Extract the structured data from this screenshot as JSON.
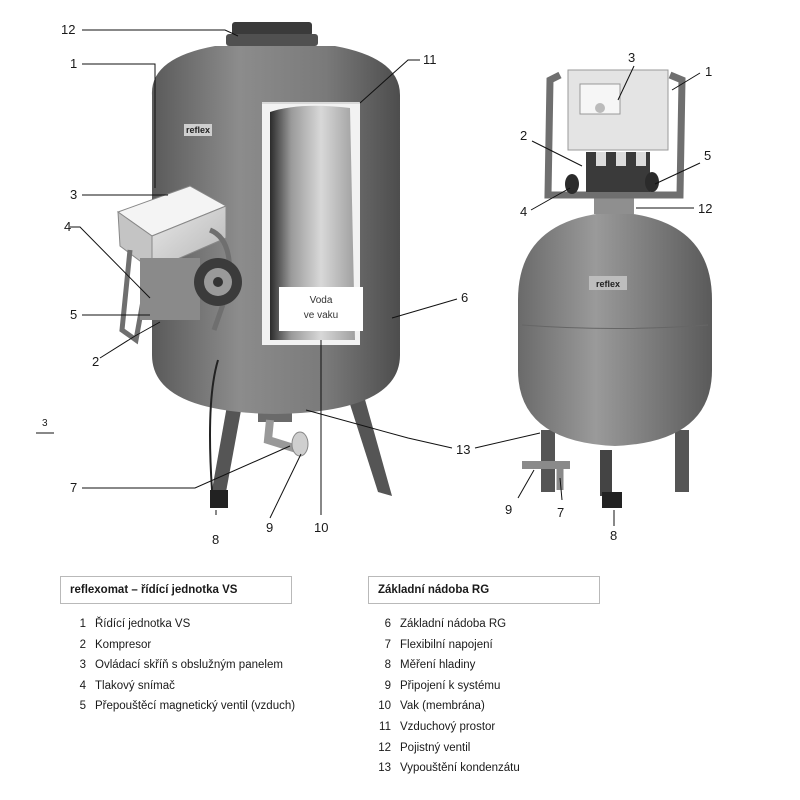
{
  "callouts": {
    "n1": "1",
    "n2": "2",
    "n3": "3",
    "n4": "4",
    "n5": "5",
    "n6": "6",
    "n7": "7",
    "n8": "8",
    "n9": "9",
    "n10": "10",
    "n11": "11",
    "n12": "12",
    "n13": "13"
  },
  "margin_marker": "3",
  "tank_label": {
    "line1": "Voda",
    "line2": "ve vaku"
  },
  "brand_logo": "reflex",
  "legend_left": {
    "title": "reflexomat – řídící jednotka VS",
    "items": [
      {
        "num": "1",
        "text": "Řídící jednotka VS"
      },
      {
        "num": "2",
        "text": "Kompresor"
      },
      {
        "num": "3",
        "text": "Ovládací skříň s obslužným panelem"
      },
      {
        "num": "4",
        "text": "Tlakový snímač"
      },
      {
        "num": "5",
        "text": "Přepouštěcí magnetický ventil (vzduch)"
      }
    ]
  },
  "legend_right": {
    "title": "Základní nádoba RG",
    "items": [
      {
        "num": "6",
        "text": "Základní nádoba RG"
      },
      {
        "num": "7",
        "text": "Flexibilní napojení"
      },
      {
        "num": "8",
        "text": "Měření hladiny"
      },
      {
        "num": "9",
        "text": "Připojení k systému"
      },
      {
        "num": "10",
        "text": "Vak (membrána)"
      },
      {
        "num": "11",
        "text": "Vzduchový prostor"
      },
      {
        "num": "12",
        "text": "Pojistný ventil"
      },
      {
        "num": "13",
        "text": "Vypouštění kondenzátu"
      }
    ]
  },
  "colors": {
    "tank": "#7d7d7d",
    "tank_dark": "#4a4a4a",
    "line": "#111111"
  }
}
